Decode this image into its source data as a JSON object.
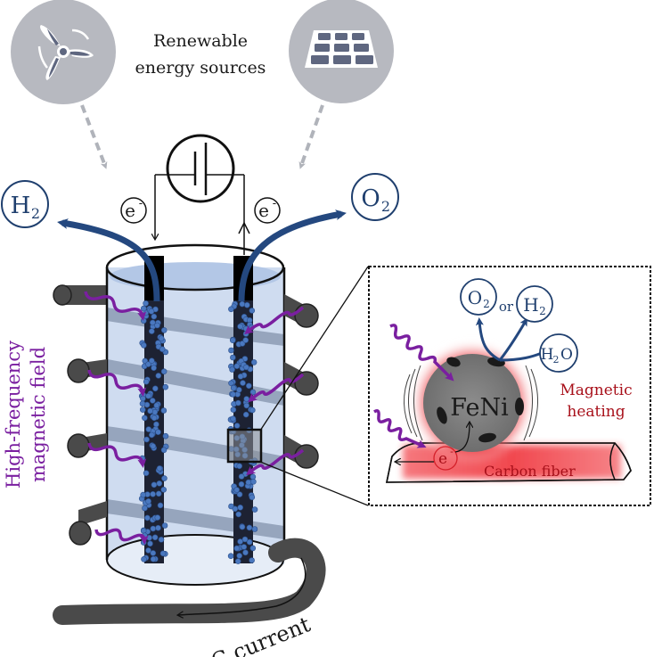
{
  "title": "Magnetically heated water electrolysis with FeNi catalysts on carbon fiber",
  "colors": {
    "source_circle": "#b7b9c0",
    "icon_dark": "#5f6780",
    "dashed_arrow": "#b0b3ba",
    "gas_arrow": "#24487f",
    "gas_label": "#1f3f6e",
    "electrolyte": "#c9d9ef",
    "electrode": "#1d2233",
    "bubble": "#4a78bf",
    "coil": "#4a4a4a",
    "coil_band": "#7b8aa0",
    "wave": "#7a1fa0",
    "heat": "#e8262e",
    "heat_text": "#a8101a",
    "particle": "#808080"
  },
  "sources": {
    "label_line1": "Renewable",
    "label_line2": "energy sources",
    "items": [
      {
        "name": "wind turbine",
        "icon": "wind-turbine-icon"
      },
      {
        "name": "solar panel",
        "icon": "solar-panel-icon"
      }
    ]
  },
  "circuit": {
    "power_symbol": "battery-icon",
    "electron_left": "e",
    "electron_right": "e",
    "electron_charge": "-"
  },
  "gases": {
    "left": {
      "base": "H",
      "sub": "2"
    },
    "right": {
      "base": "O",
      "sub": "2"
    }
  },
  "field_label": {
    "line1": "High-frequency",
    "line2": "magnetic field"
  },
  "current_label": "AC current",
  "inset": {
    "product_a": {
      "base": "O",
      "sub": "2"
    },
    "or": "or",
    "product_b": {
      "base": "H",
      "sub": "2"
    },
    "reactant": {
      "pre": "H",
      "sub": "2",
      "post": "O"
    },
    "particle_label": "FeNi",
    "heating_line1": "Magnetic",
    "heating_line2": "heating",
    "electron": "e",
    "electron_charge": "-",
    "fiber_label": "Carbon fiber"
  }
}
